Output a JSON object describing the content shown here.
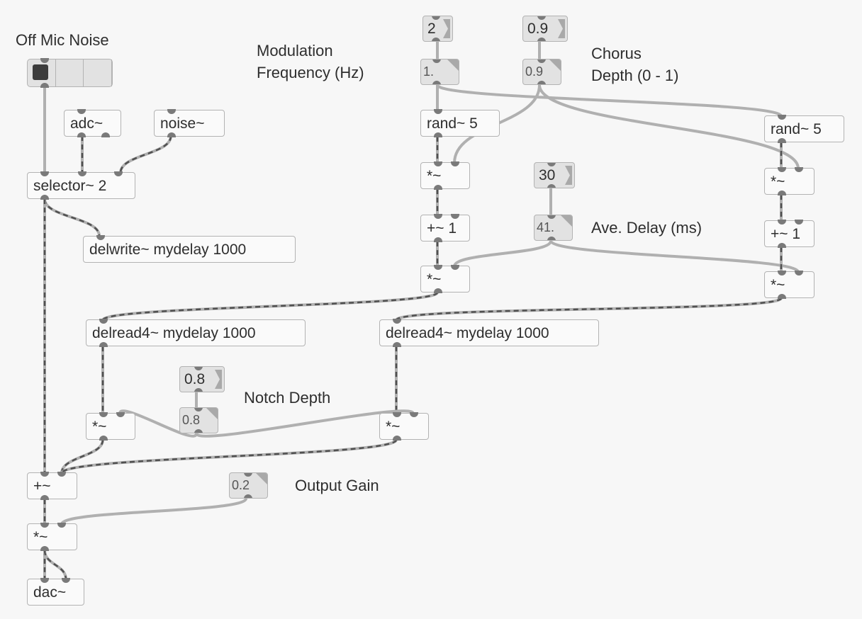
{
  "comments": {
    "off_mic_noise": "Off Mic Noise",
    "modulation_frequency": "Modulation\nFrequency (Hz)",
    "chorus_depth": "Chorus\nDepth (0 - 1)",
    "ave_delay": "Ave. Delay (ms)",
    "notch_depth": "Notch Depth",
    "output_gain": "Output Gain"
  },
  "radiogroup": {
    "options": 3,
    "selected_index": 0
  },
  "objects": {
    "adc": "adc~",
    "noise": "noise~",
    "selector": "selector~ 2",
    "delwrite": "delwrite~ mydelay 1000",
    "rand_left": "rand~ 5",
    "mul_mod_left": "*~",
    "add_left": "+~ 1",
    "mul_delay_left": "*~",
    "rand_right": "rand~ 5",
    "mul_mod_right": "*~",
    "add_right": "+~ 1",
    "mul_delay_right": "*~",
    "delread_left": "delread4~ mydelay 1000",
    "delread_right": "delread4~ mydelay 1000",
    "mul_notch_left": "*~",
    "mul_notch_right": "*~",
    "sum": "+~",
    "mul_gain": "*~",
    "dac": "dac~"
  },
  "numbers": {
    "mod_freq_msg": "2",
    "mod_freq_flonum": "1.",
    "chorus_depth_msg": "0.9",
    "chorus_depth_flonum": "0.9",
    "ave_delay_msg": "30",
    "ave_delay_flonum": "41.",
    "notch_depth_msg": "0.8",
    "notch_depth_flonum": "0.8",
    "output_gain_flonum": "0.2"
  }
}
